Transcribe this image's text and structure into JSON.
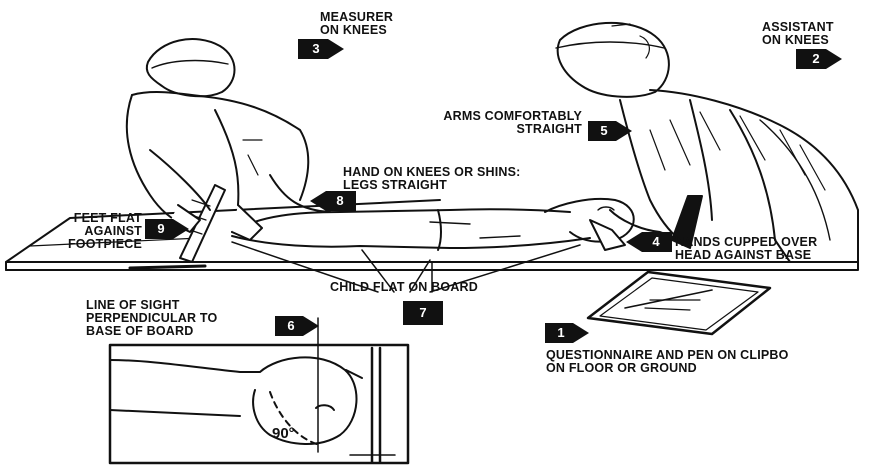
{
  "labels": {
    "measurer": [
      "MEASURER",
      "ON KNEES"
    ],
    "assistant": [
      "ASSISTANT",
      "ON KNEES"
    ],
    "arms": [
      "ARMS COMFORTABLY",
      "STRAIGHT"
    ],
    "hand_knees": [
      "HAND ON KNEES OR SHINS:",
      "LEGS STRAIGHT"
    ],
    "feet": [
      "FEET FLAT",
      "AGAINST",
      "FOOTPIECE"
    ],
    "hands_cupped": [
      "HANDS CUPPED OVER",
      "HEAD AGAINST BASE"
    ],
    "child_flat": "CHILD FLAT ON BOARD",
    "line_of_sight": [
      "LINE OF SIGHT",
      "PERPENDICULAR TO",
      "BASE OF BOARD"
    ],
    "questionnaire": [
      "QUESTIONNAIRE AND PEN ON CLIPBO",
      "ON FLOOR OR GROUND"
    ]
  },
  "badges": {
    "measurer": "3",
    "assistant": "2",
    "arms": "5",
    "hand_knees": "8",
    "feet": "9",
    "hands_cupped": "4",
    "child_flat": "7",
    "line_of_sight": "6",
    "questionnaire": "1"
  },
  "angle_label": "90°",
  "colors": {
    "ink": "#111111",
    "paper": "#ffffff"
  }
}
